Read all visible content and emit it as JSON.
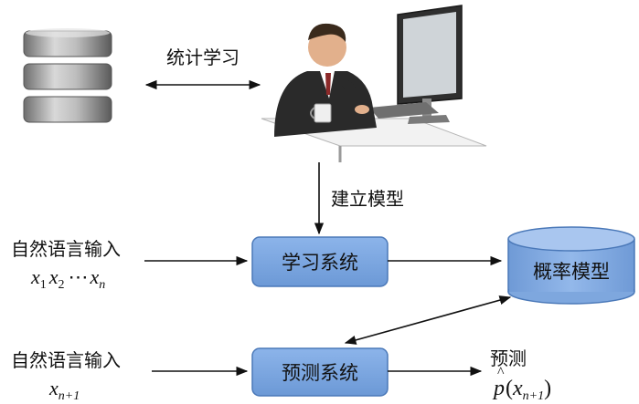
{
  "labels": {
    "statistical_learning": "统计学习",
    "build_model": "建立模型",
    "nl_input_train": "自然语言输入",
    "nl_input_predict": "自然语言输入",
    "learning_system": "学习系统",
    "prediction_system": "预测系统",
    "probability_model": "概率模型",
    "prediction_label": "预测"
  },
  "math": {
    "train_seq": {
      "x1": "x",
      "x1_sub": "1",
      "x2": "x",
      "x2_sub": "2",
      "dots": "⋯",
      "xn": "x",
      "xn_sub": "n"
    },
    "predict_input": {
      "x": "x",
      "sub": "n+1"
    },
    "predict_output": {
      "p": "p",
      "hat": "^",
      "open": "(",
      "x": "x",
      "sub": "n+1",
      "close": ")"
    }
  },
  "icons": {
    "database": "database-icon",
    "person": "person-at-computer-icon",
    "model_store": "cylinder-model-icon"
  },
  "colors": {
    "box_fill": "#7aa6e0",
    "box_stroke": "#4a78b8",
    "cylinder_fill": "#8ab2e6",
    "cylinder_stroke": "#4a78b8",
    "arrow": "#111111"
  }
}
